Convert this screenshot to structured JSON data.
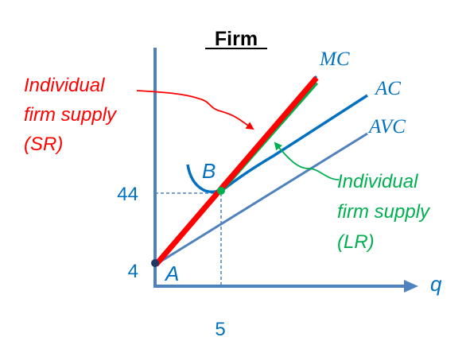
{
  "title": "Firm",
  "curves": {
    "mc": "MC",
    "ac": "AC",
    "avc": "AVC"
  },
  "points": {
    "a": "A",
    "b": "B"
  },
  "axis": {
    "x_label": "q",
    "x_tick": "5",
    "y_tick_high": "44",
    "y_tick_low": "4"
  },
  "annotations": {
    "sr_line1": "Individual",
    "sr_line2": "firm supply",
    "sr_line3": "(SR)",
    "lr_line1": "Individual",
    "lr_line2": "firm supply",
    "lr_line3": "(LR)"
  },
  "colors": {
    "axis": "#4f81bd",
    "curve": "#0070c0",
    "sr_supply": "#ff0000",
    "lr_supply": "#00b050"
  }
}
